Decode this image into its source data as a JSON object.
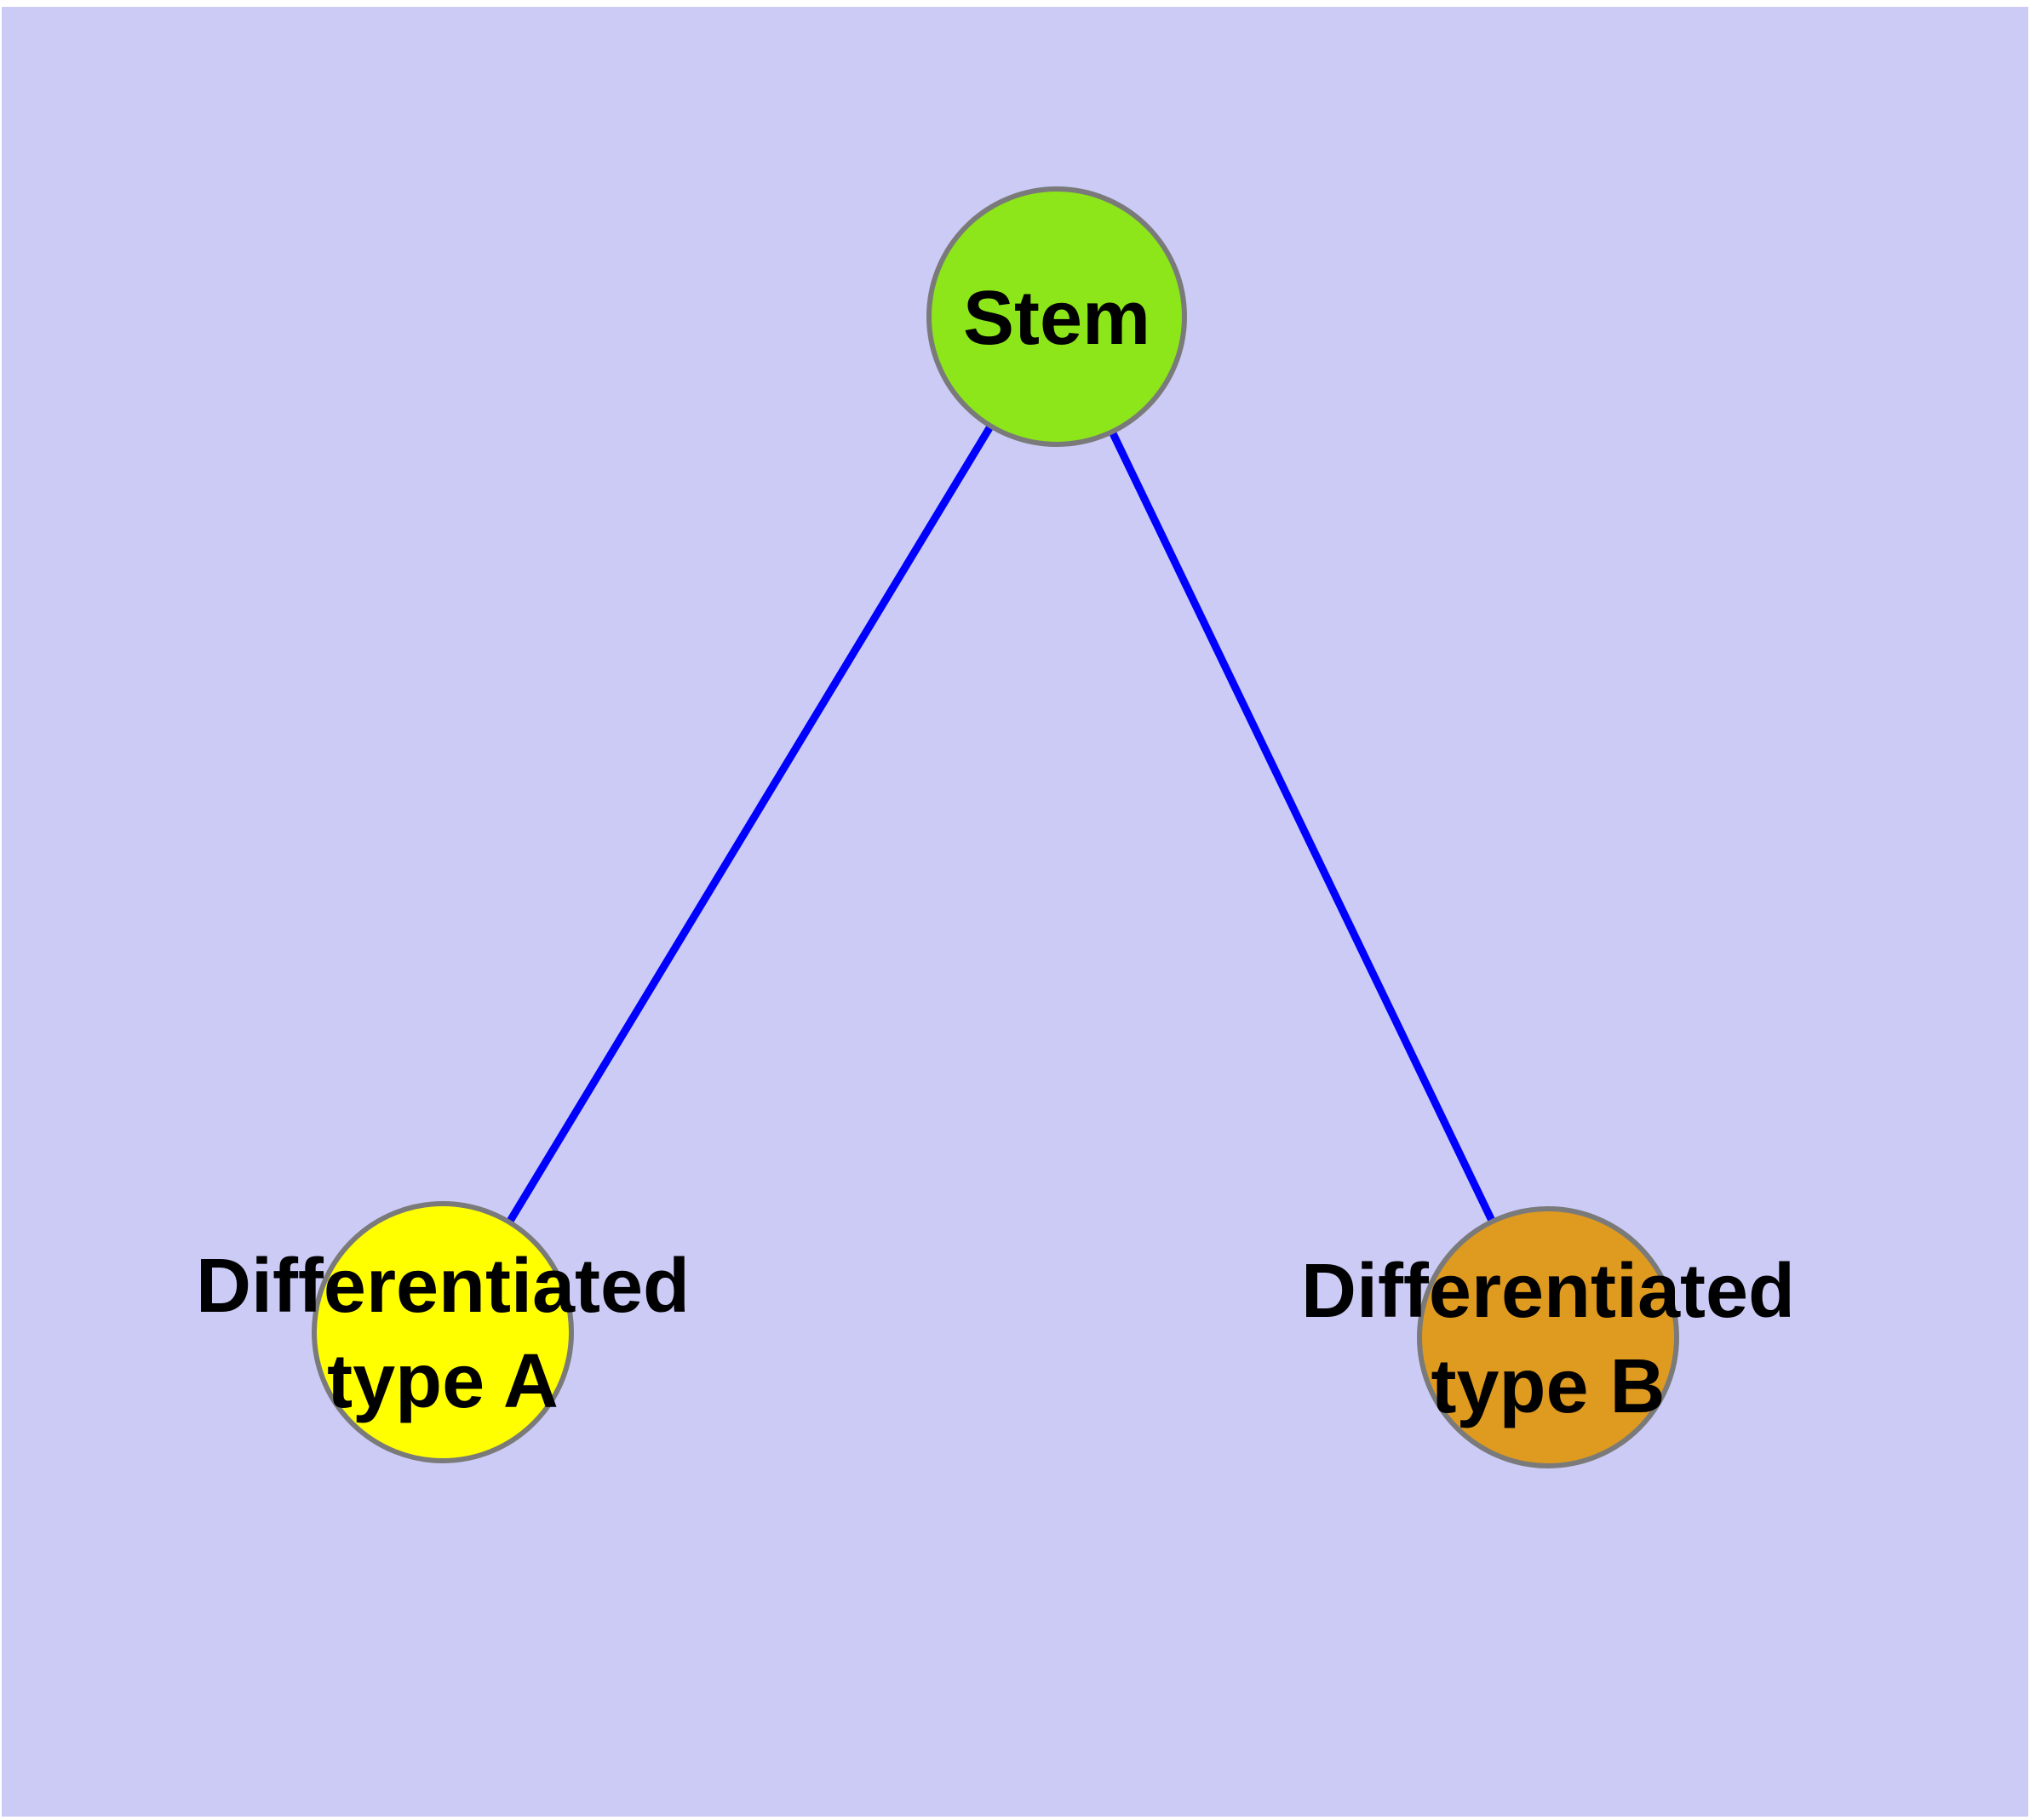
{
  "canvas": {
    "background_color": "#cbcbf6",
    "margin_color": "#ffffff"
  },
  "nodes": [
    {
      "id": "stem",
      "label": "Stem",
      "lines": [
        "Stem"
      ],
      "fill_color": "#8ce619",
      "border_color": "#7a7a7a",
      "text_color": "#000000"
    },
    {
      "id": "differentiated-type-a",
      "label": "Differentiated type A",
      "lines": [
        "Differentiated",
        "type A"
      ],
      "fill_color": "#ffff00",
      "border_color": "#7a7a7a",
      "text_color": "#000000"
    },
    {
      "id": "differentiated-type-b",
      "label": "Differentiated type B",
      "lines": [
        "Differentiated",
        "type B"
      ],
      "fill_color": "#df9a20",
      "border_color": "#7a7a7a",
      "text_color": "#000000"
    }
  ],
  "edges": {
    "color": "#0000ff",
    "connections": [
      {
        "from": "Stem",
        "to": "Differentiated type A"
      },
      {
        "from": "Stem",
        "to": "Differentiated type B"
      }
    ]
  }
}
